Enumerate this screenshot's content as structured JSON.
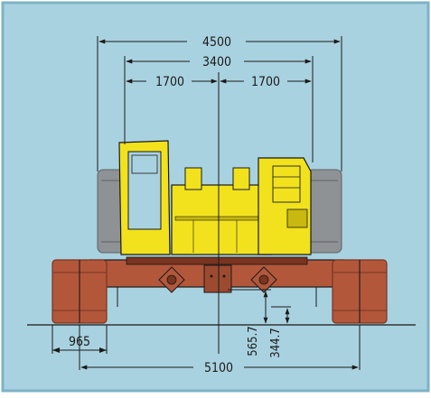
{
  "colors": {
    "background": "#a9d2e0",
    "border": "#7fb2c6",
    "line": "#1a1a1a",
    "body_yellow": "#f2e21d",
    "body_yellow_dark": "#c9b80f",
    "track_grey": "#8e9295",
    "track_grey_dark": "#5e6264",
    "chassis_brown": "#b3573b",
    "chassis_brown_dark": "#7a3420"
  },
  "dimensions": {
    "overall_width": "4500",
    "track_width": "3400",
    "left_half": "1700",
    "right_half": "1700",
    "outrigger_pad": "965",
    "outrigger_span": "5100",
    "clearance_high": "565.7",
    "clearance_low": "344.7"
  }
}
